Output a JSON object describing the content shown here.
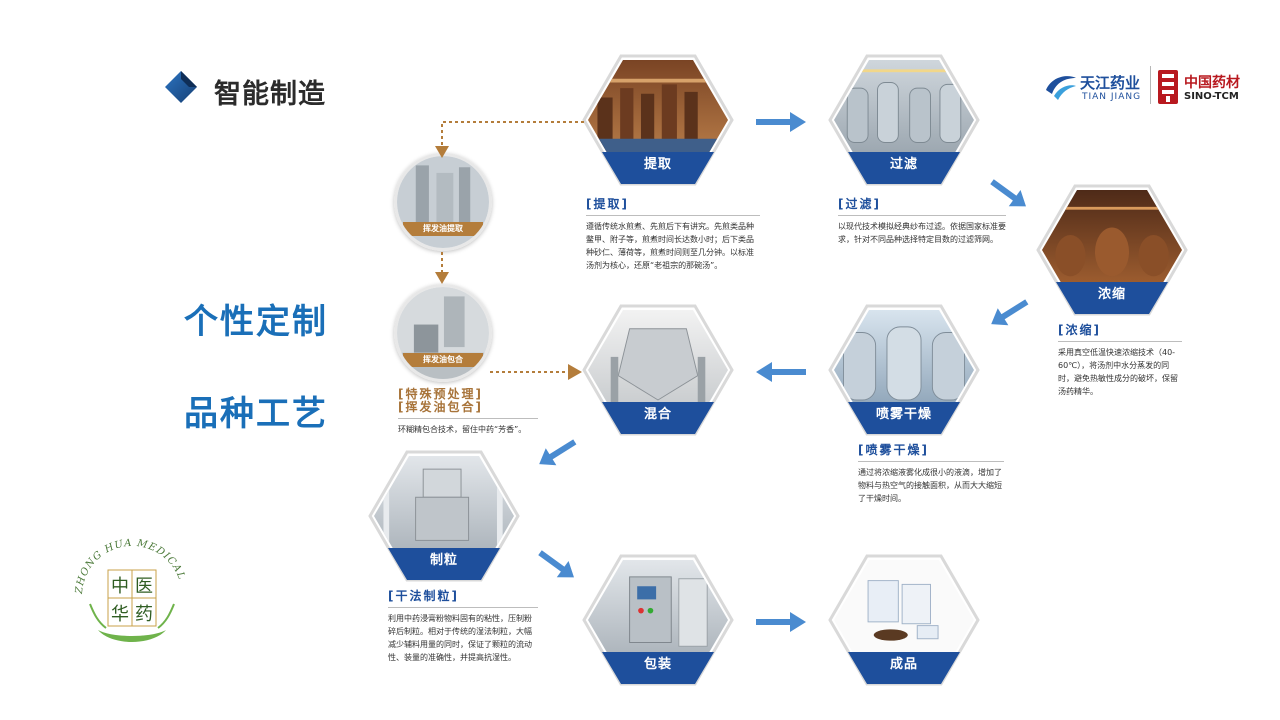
{
  "header": {
    "title": "智能制造",
    "left_text_1": "个性定制",
    "left_text_2": "品种工艺"
  },
  "logos": {
    "tianjiang_cn": "天江药业",
    "tianjiang_en": "TIAN JIANG",
    "sino_cn": "中国药材",
    "sino_en": "SINO-TCM"
  },
  "seal": {
    "arc_text": "ZHONG HUA MEDICAL",
    "char_1": "中",
    "char_2": "医",
    "char_3": "华",
    "char_4": "药"
  },
  "steps": {
    "tiqu": {
      "label": "提取"
    },
    "guolv": {
      "label": "过滤"
    },
    "nongsuo": {
      "label": "浓缩"
    },
    "penwu": {
      "label": "喷雾干燥"
    },
    "hunhe": {
      "label": "混合"
    },
    "zhili": {
      "label": "制粒"
    },
    "baozhuang": {
      "label": "包装"
    },
    "chengpin": {
      "label": "成品"
    }
  },
  "circles": {
    "c1": {
      "label": "挥发油提取"
    },
    "c2": {
      "label": "挥发油包合"
    }
  },
  "descriptions": {
    "tiqu": {
      "head": "[提取]",
      "text": "遵循传统水煎煮、先煎后下有讲究。先煎类品种鳖甲、附子等，煎煮时间长达数小时；后下类品种砂仁、薄荷等，煎煮时间则至几分钟。以标准汤剂为核心，还原“老祖宗的那碗汤”。"
    },
    "guolv": {
      "head": "[过滤]",
      "text": "以现代技术模拟经典纱布过滤。依据国家标准要求，针对不同品种选择特定目数的过滤筛网。"
    },
    "nongsuo": {
      "head": "[浓缩]",
      "text": "采用真空低温快速浓缩技术（40-60℃），将汤剂中水分蒸发的同时，避免热敏性成分的破坏，保留汤药精华。"
    },
    "penwu": {
      "head": "[喷雾干燥]",
      "text": "通过将浓缩液雾化成很小的液滴，增加了物料与热空气的接触面积，从而大大缩短了干燥时间。"
    },
    "teshu": {
      "head1": "[特殊预处理]",
      "head2": "[挥发油包合]",
      "text": "环糊精包合技术，留住中药“芳香”。"
    },
    "zhili": {
      "head": "[干法制粒]",
      "text": "利用中药浸膏粉物料固有的粘性，压制粉碎后制粒。相对于传统的湿法制粒，大幅减少辅料用量的同时，保证了颗粒的流动性、装量的准确性，并提高抗湿性。"
    }
  },
  "colors": {
    "accent_blue": "#1e4f9c",
    "title_blue": "#1a6fb8",
    "arrow_blue": "#4a8bd0",
    "brown": "#b47d3b"
  }
}
